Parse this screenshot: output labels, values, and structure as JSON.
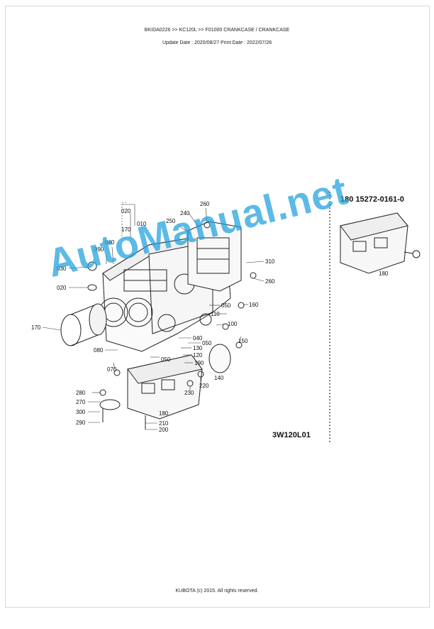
{
  "header": {
    "breadcrumb": "BKIDA0226 >> KC120L >> F01000   CRANKCASE / CRANKCASE",
    "dates": "Update Date : 2020/08/27   Print Date : 2022/07/28"
  },
  "diagram": {
    "code": "3W120L01",
    "inset_title": "180  15272-0161-0",
    "labels": {
      "l020a": "020",
      "l010": "010",
      "l170a": "170",
      "l060": "060",
      "l090": "090",
      "l030": "030",
      "l020b": "020",
      "l170b": "170",
      "l240": "240",
      "l260a": "260",
      "l250": "250",
      "l310": "310",
      "l260b": "260",
      "l050a": "050",
      "l160": "160",
      "l110": "110",
      "l100": "100",
      "l040": "040",
      "l050b": "050",
      "l150": "150",
      "l130": "130",
      "l120": "120",
      "l190": "190",
      "l080": "080",
      "l050c": "050",
      "l070": "070",
      "l140": "140",
      "l220": "220",
      "l230": "230",
      "l280": "280",
      "l270": "270",
      "l300": "300",
      "l290": "290",
      "l180a": "180",
      "l210": "210",
      "l200": "200",
      "l180b": "180"
    }
  },
  "watermark": "AutoManual.net",
  "footer": "KUBOTA (c) 2015. All rights reserved."
}
